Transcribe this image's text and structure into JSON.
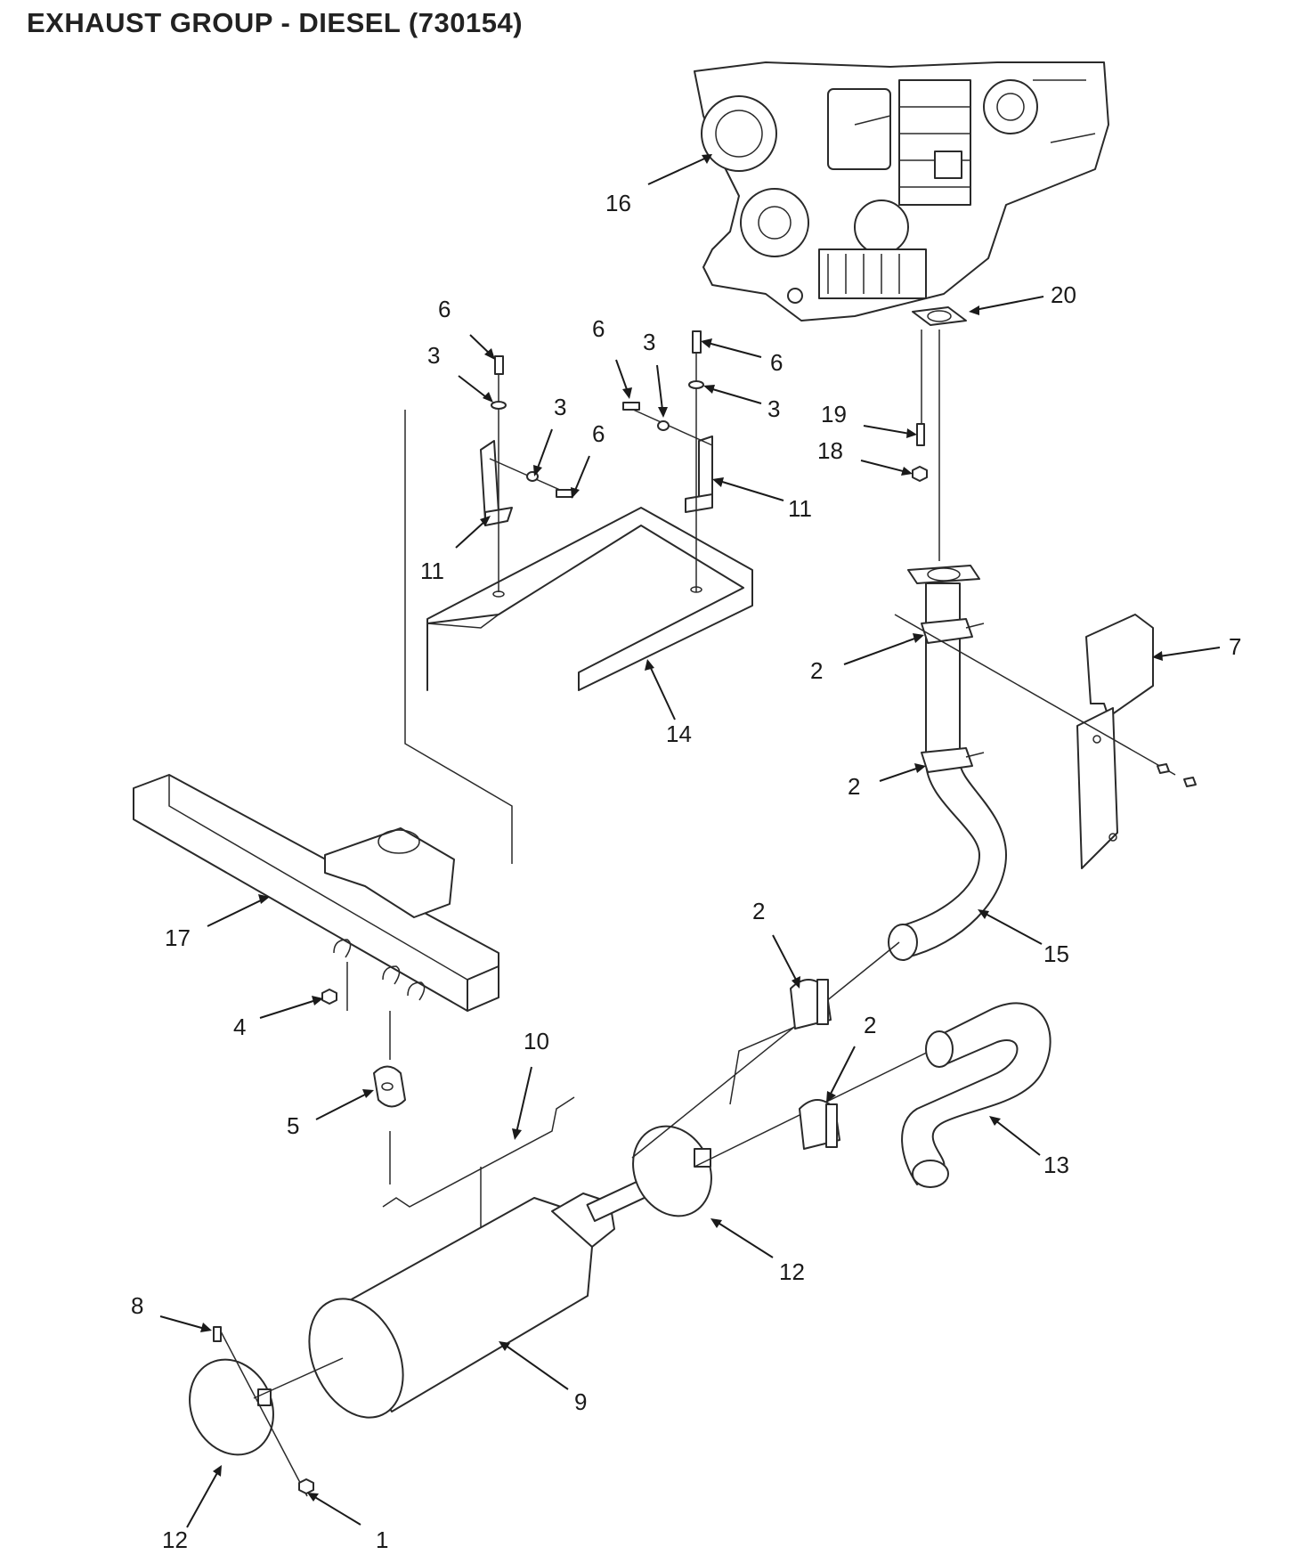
{
  "title": "EXHAUST GROUP - DIESEL (730154)",
  "callouts": [
    {
      "id": "c16",
      "label": "16"
    },
    {
      "id": "c20",
      "label": "20"
    },
    {
      "id": "c6a",
      "label": "6"
    },
    {
      "id": "c3a",
      "label": "3"
    },
    {
      "id": "c6b",
      "label": "6"
    },
    {
      "id": "c3b",
      "label": "3"
    },
    {
      "id": "c6c",
      "label": "6"
    },
    {
      "id": "c3c",
      "label": "3"
    },
    {
      "id": "c3d",
      "label": "3"
    },
    {
      "id": "c6d",
      "label": "6"
    },
    {
      "id": "c19",
      "label": "19"
    },
    {
      "id": "c18",
      "label": "18"
    },
    {
      "id": "c11a",
      "label": "11"
    },
    {
      "id": "c11b",
      "label": "11"
    },
    {
      "id": "c7",
      "label": "7"
    },
    {
      "id": "c2a",
      "label": "2"
    },
    {
      "id": "c14",
      "label": "14"
    },
    {
      "id": "c2b",
      "label": "2"
    },
    {
      "id": "c17",
      "label": "17"
    },
    {
      "id": "c2c",
      "label": "2"
    },
    {
      "id": "c15",
      "label": "15"
    },
    {
      "id": "c4",
      "label": "4"
    },
    {
      "id": "c10",
      "label": "10"
    },
    {
      "id": "c2d",
      "label": "2"
    },
    {
      "id": "c5",
      "label": "5"
    },
    {
      "id": "c13",
      "label": "13"
    },
    {
      "id": "c12a",
      "label": "12"
    },
    {
      "id": "c8",
      "label": "8"
    },
    {
      "id": "c9",
      "label": "9"
    },
    {
      "id": "c12b",
      "label": "12"
    },
    {
      "id": "c1",
      "label": "1"
    }
  ]
}
